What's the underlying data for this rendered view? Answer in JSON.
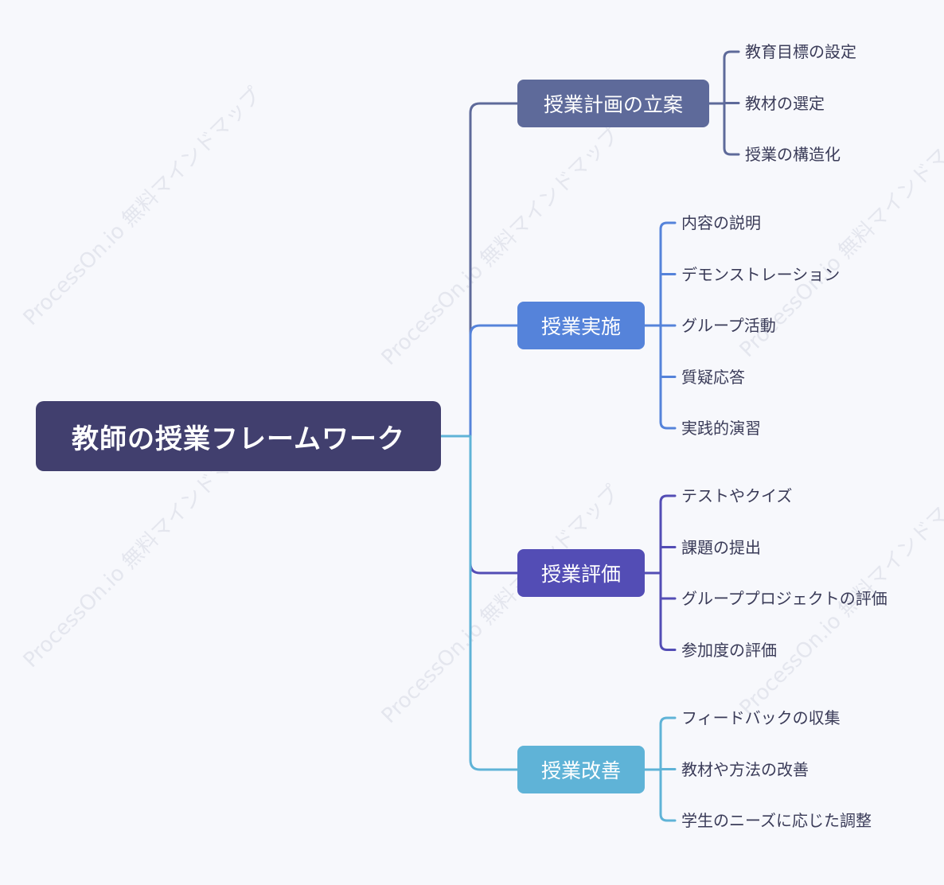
{
  "root": {
    "label": "教師の授業フレームワーク",
    "color": "#413f6e"
  },
  "watermark": "ProcessOn.io 無料マインドマップ",
  "branches": [
    {
      "label": "授業計画の立案",
      "color": "#5e6a9a",
      "children": [
        "教育目標の設定",
        "教材の選定",
        "授業の構造化"
      ]
    },
    {
      "label": "授業実施",
      "color": "#5583da",
      "children": [
        "内容の説明",
        "デモンストレーション",
        "グループ活動",
        "質疑応答",
        "実践的演習"
      ]
    },
    {
      "label": "授業評価",
      "color": "#534db5",
      "children": [
        "テストやクイズ",
        "課題の提出",
        "グループプロジェクトの評価",
        "参加度の評価"
      ]
    },
    {
      "label": "授業改善",
      "color": "#5fb3d7",
      "children": [
        "フィードバックの収集",
        "教材や方法の改善",
        "学生のニーズに応じた調整"
      ]
    }
  ]
}
